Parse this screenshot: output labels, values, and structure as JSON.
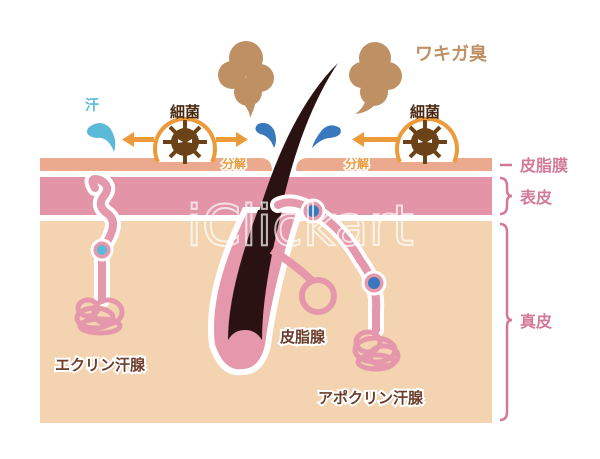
{
  "labels": {
    "odor": "ワキガ臭",
    "sweat": "汗",
    "bacteria_left": "細菌",
    "bacteria_right": "細菌",
    "decompose_left": "分解",
    "decompose_right": "分解",
    "sebum_film": "皮脂膜",
    "epidermis": "表皮",
    "dermis": "真皮",
    "sebaceous_gland": "皮脂腺",
    "eccrine_gland": "エクリン汗腺",
    "apocrine_gland": "アポクリン汗腺"
  },
  "watermark": "iClickart",
  "colors": {
    "sebum": "#eba98e",
    "epidermis": "#e394a7",
    "dermis": "#f3d3b0",
    "gland": "#e597ab",
    "hair": "#2b1212",
    "bacteria": "#6b4316",
    "arrow": "#ec9a3a",
    "odor_cloud": "#bf9064",
    "sweat_light": "#5bbad8",
    "sweat_dark": "#3a78bd",
    "label_pink": "#d27a98",
    "label_brown": "#6b3d2a"
  }
}
